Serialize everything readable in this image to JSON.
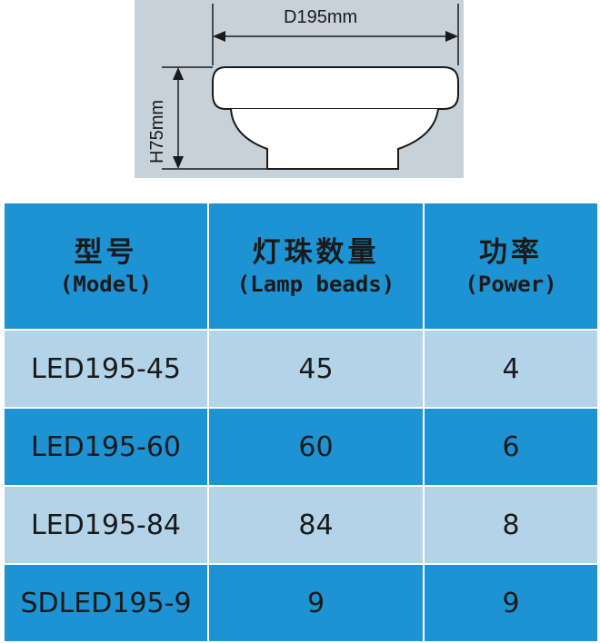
{
  "drawing": {
    "diameter_label": "D195mm",
    "height_label": "H75mm"
  },
  "table": {
    "headers": [
      {
        "cn": "型号",
        "en": "(Model)"
      },
      {
        "cn": "灯珠数量",
        "en": "(Lamp beads)"
      },
      {
        "cn": "功率",
        "en": "(Power)"
      }
    ],
    "rows": [
      [
        "LED195-45",
        "45",
        "4"
      ],
      [
        "LED195-60",
        "60",
        "6"
      ],
      [
        "LED195-84",
        "84",
        "8"
      ],
      [
        "SDLED195-9",
        "9",
        "9"
      ]
    ]
  },
  "colors": {
    "header_blue": "#1d93d4",
    "row_light": "#b3d4e8",
    "drawing_bg": "#c7d1d9"
  }
}
